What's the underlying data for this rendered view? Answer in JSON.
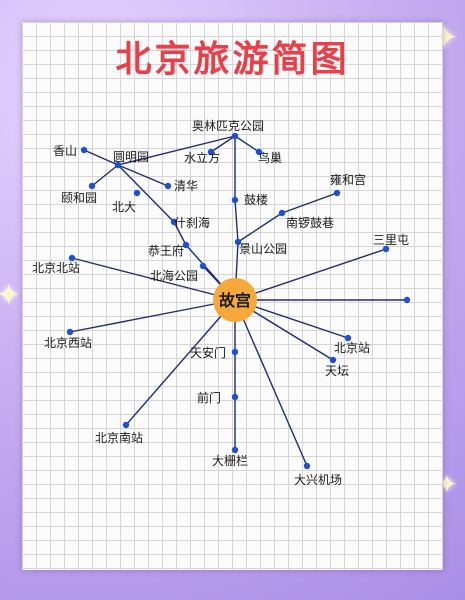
{
  "title": "北京旅游简图",
  "colors": {
    "title": "#e7404a",
    "line": "#1e2f6e",
    "dot": "#1f4fd6",
    "center": "#f6a93b"
  },
  "center": {
    "label": "故宫"
  },
  "stations": [
    {
      "id": "aoti",
      "label": "奥林匹克公园"
    },
    {
      "id": "shuilifang",
      "label": "水立方"
    },
    {
      "id": "niaochao",
      "label": "鸟巢"
    },
    {
      "id": "xiangshan",
      "label": "香山"
    },
    {
      "id": "yuanmingyuan",
      "label": "圆明园"
    },
    {
      "id": "yiheyuan",
      "label": "颐和园"
    },
    {
      "id": "qinghua",
      "label": "清华"
    },
    {
      "id": "beida",
      "label": "北大"
    },
    {
      "id": "yonghegong",
      "label": "雍和宫"
    },
    {
      "id": "gulou",
      "label": "鼓楼"
    },
    {
      "id": "shichahai",
      "label": "什刹海"
    },
    {
      "id": "nanluoguxiang",
      "label": "南锣鼓巷"
    },
    {
      "id": "sanlitun",
      "label": "三里屯"
    },
    {
      "id": "gongwangfu",
      "label": "恭王府"
    },
    {
      "id": "jingshan",
      "label": "景山公园"
    },
    {
      "id": "beijingbei",
      "label": "北京北站"
    },
    {
      "id": "beihai",
      "label": "北海公园"
    },
    {
      "id": "beijingxi",
      "label": "北京西站"
    },
    {
      "id": "tiananmen",
      "label": "天安门"
    },
    {
      "id": "beijingzhan",
      "label": "北京站"
    },
    {
      "id": "tiantan",
      "label": "天坛"
    },
    {
      "id": "qianmen",
      "label": "前门"
    },
    {
      "id": "beijingnan",
      "label": "北京南站"
    },
    {
      "id": "dashilan",
      "label": "大栅栏"
    },
    {
      "id": "daxing",
      "label": "大兴机场"
    }
  ]
}
